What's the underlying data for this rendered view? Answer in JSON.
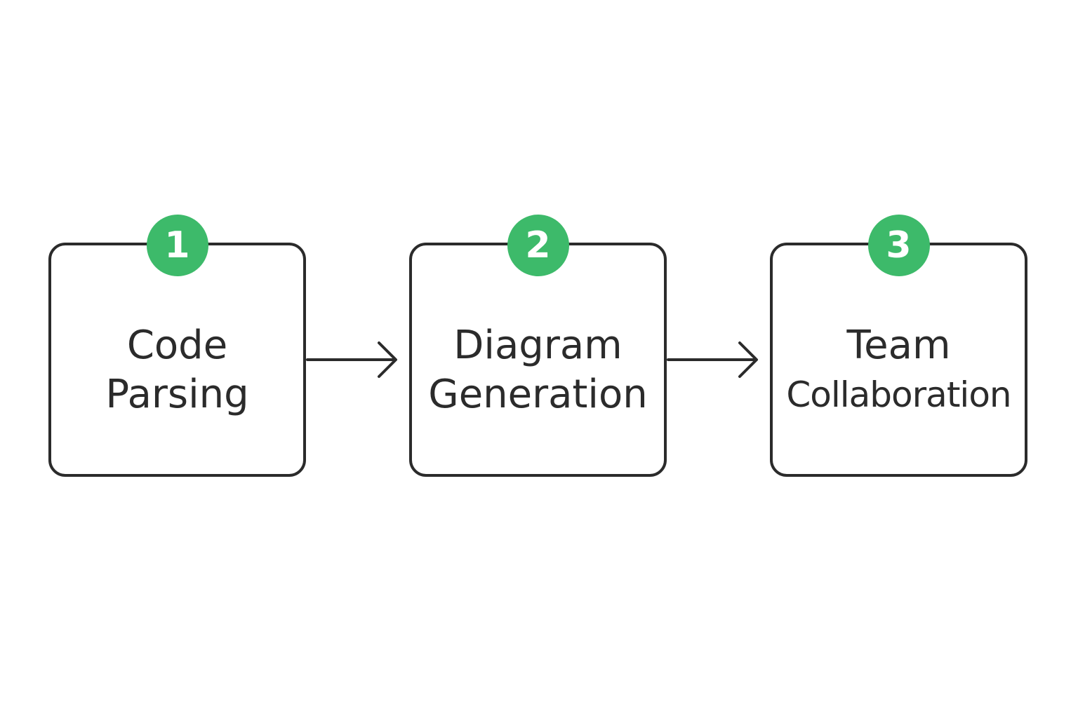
{
  "accent_color": "#3dba6a",
  "text_color": "#2b2b2b",
  "steps": [
    {
      "number": "1",
      "line1": "Code",
      "line2": "Parsing"
    },
    {
      "number": "2",
      "line1": "Diagram",
      "line2": "Generation"
    },
    {
      "number": "3",
      "line1": "Team",
      "line2": "Collaboration"
    }
  ],
  "connectors": [
    {
      "from": "1",
      "to": "2",
      "icon": "arrow-right-icon"
    },
    {
      "from": "2",
      "to": "3",
      "icon": "arrow-right-icon"
    }
  ]
}
